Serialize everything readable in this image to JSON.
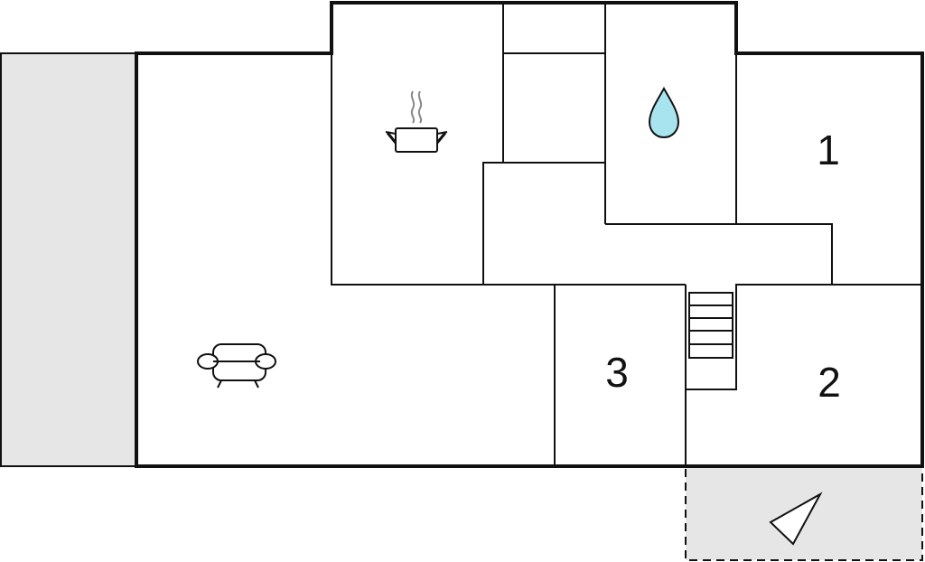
{
  "floor_plan": {
    "rooms": [
      {
        "id": "bedroom-1",
        "label": "1"
      },
      {
        "id": "bedroom-2",
        "label": "2"
      },
      {
        "id": "bedroom-3",
        "label": "3"
      }
    ],
    "icons": {
      "kitchen": "cooking-pot-icon",
      "bathroom": "water-drop-icon",
      "living": "sofa-icon",
      "terrace": "compass-arrow-icon",
      "stairs": "staircase-icon"
    },
    "colors": {
      "wall": "#111111",
      "outdoor_area": "#e6e6e6",
      "water_drop": "#a8e4f0",
      "background": "#ffffff"
    }
  }
}
